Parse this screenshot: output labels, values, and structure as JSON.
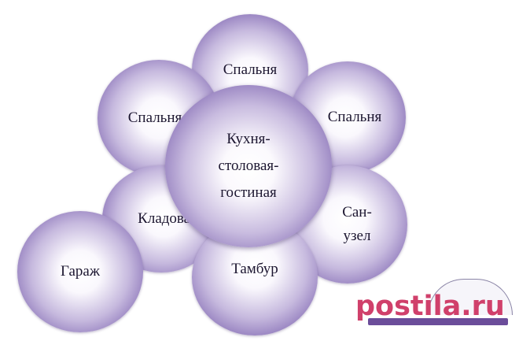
{
  "diagram": {
    "bubbles": {
      "bedroom_top": "Спальня",
      "bedroom_left": "Спальня",
      "bedroom_right": "Спальня",
      "kitchen": "Кухня-\nстоловая-\nгостиная",
      "storage": "Кладовая",
      "bathroom": "Сан-\nузел",
      "vestibule": "Тамбур",
      "garage": "Гараж"
    }
  },
  "watermark": {
    "text": "postila.ru"
  },
  "colors": {
    "bubble_edge": "#6a54a0",
    "bubble_mid": "#c6b9de",
    "bubble_center": "#ffffff",
    "watermark_text": "#d0406b",
    "watermark_bar": "#6b4d9a"
  }
}
